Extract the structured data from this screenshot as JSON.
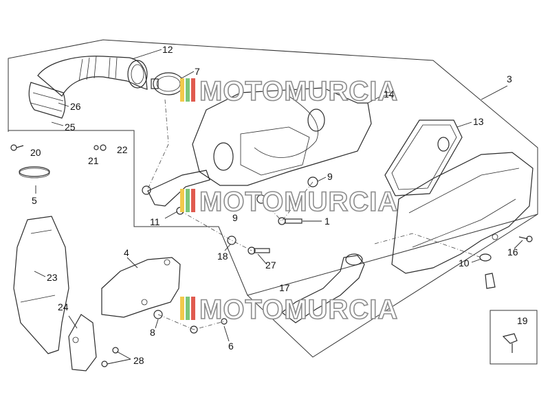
{
  "watermark": {
    "text": "MOTOMURCIA",
    "colors": [
      "#f2c94c",
      "#7bc67b",
      "#e05a4f"
    ]
  },
  "callouts": {
    "n1": "1",
    "n3": "3",
    "n4": "4",
    "n5": "5",
    "n6": "6",
    "n7": "7",
    "n8": "8",
    "n9a": "9",
    "n9b": "9",
    "n10": "10",
    "n11": "11",
    "n12": "12",
    "n13": "13",
    "n14": "14",
    "n16": "16",
    "n17": "17",
    "n18": "18",
    "n19": "19",
    "n20": "20",
    "n21": "21",
    "n22": "22",
    "n23": "23",
    "n24": "24",
    "n25": "25",
    "n26": "26",
    "n27": "27",
    "n28": "28"
  }
}
